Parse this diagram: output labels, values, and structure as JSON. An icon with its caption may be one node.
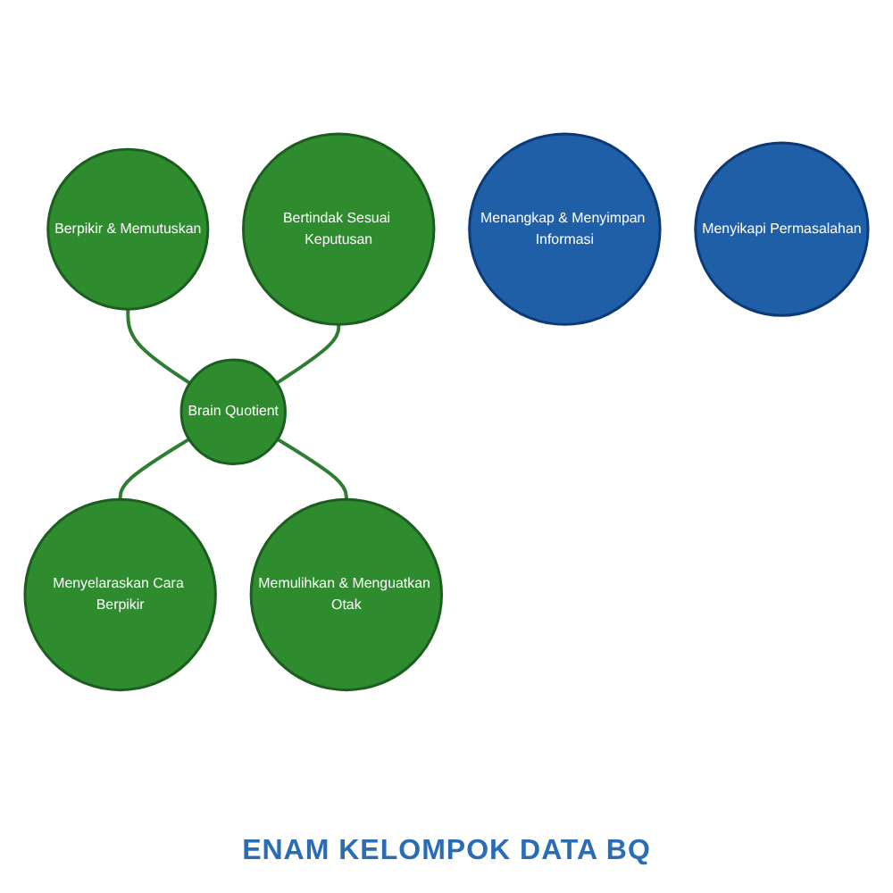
{
  "diagram": {
    "caption": "ENAM KELOMPOK DATA BQ",
    "nodes": [
      {
        "text": [
          "Berpikir & Memutuskan"
        ]
      },
      {
        "text": [
          "Bertindak Sesuai Keputusan"
        ]
      },
      {
        "text": [
          "Menangkap & Menyimpan Informasi"
        ]
      },
      {
        "text": [
          "Brain Quotient"
        ]
      },
      {
        "text": [
          "Menyikapi Permasalahan"
        ]
      },
      {
        "text": [
          "Menyelaraskan Cara Berpikir"
        ]
      },
      {
        "text": [
          "Memulihkan & Menguatkan Otak"
        ]
      }
    ],
    "edges": [
      {
        "from": 0,
        "to": 3,
        "arrow": "none"
      },
      {
        "from": 1,
        "to": 3,
        "arrow": "none"
      },
      {
        "from": 3,
        "to": 5,
        "arrow": "none"
      },
      {
        "from": 3,
        "to": 6,
        "arrow": "none"
      }
    ]
  }
}
